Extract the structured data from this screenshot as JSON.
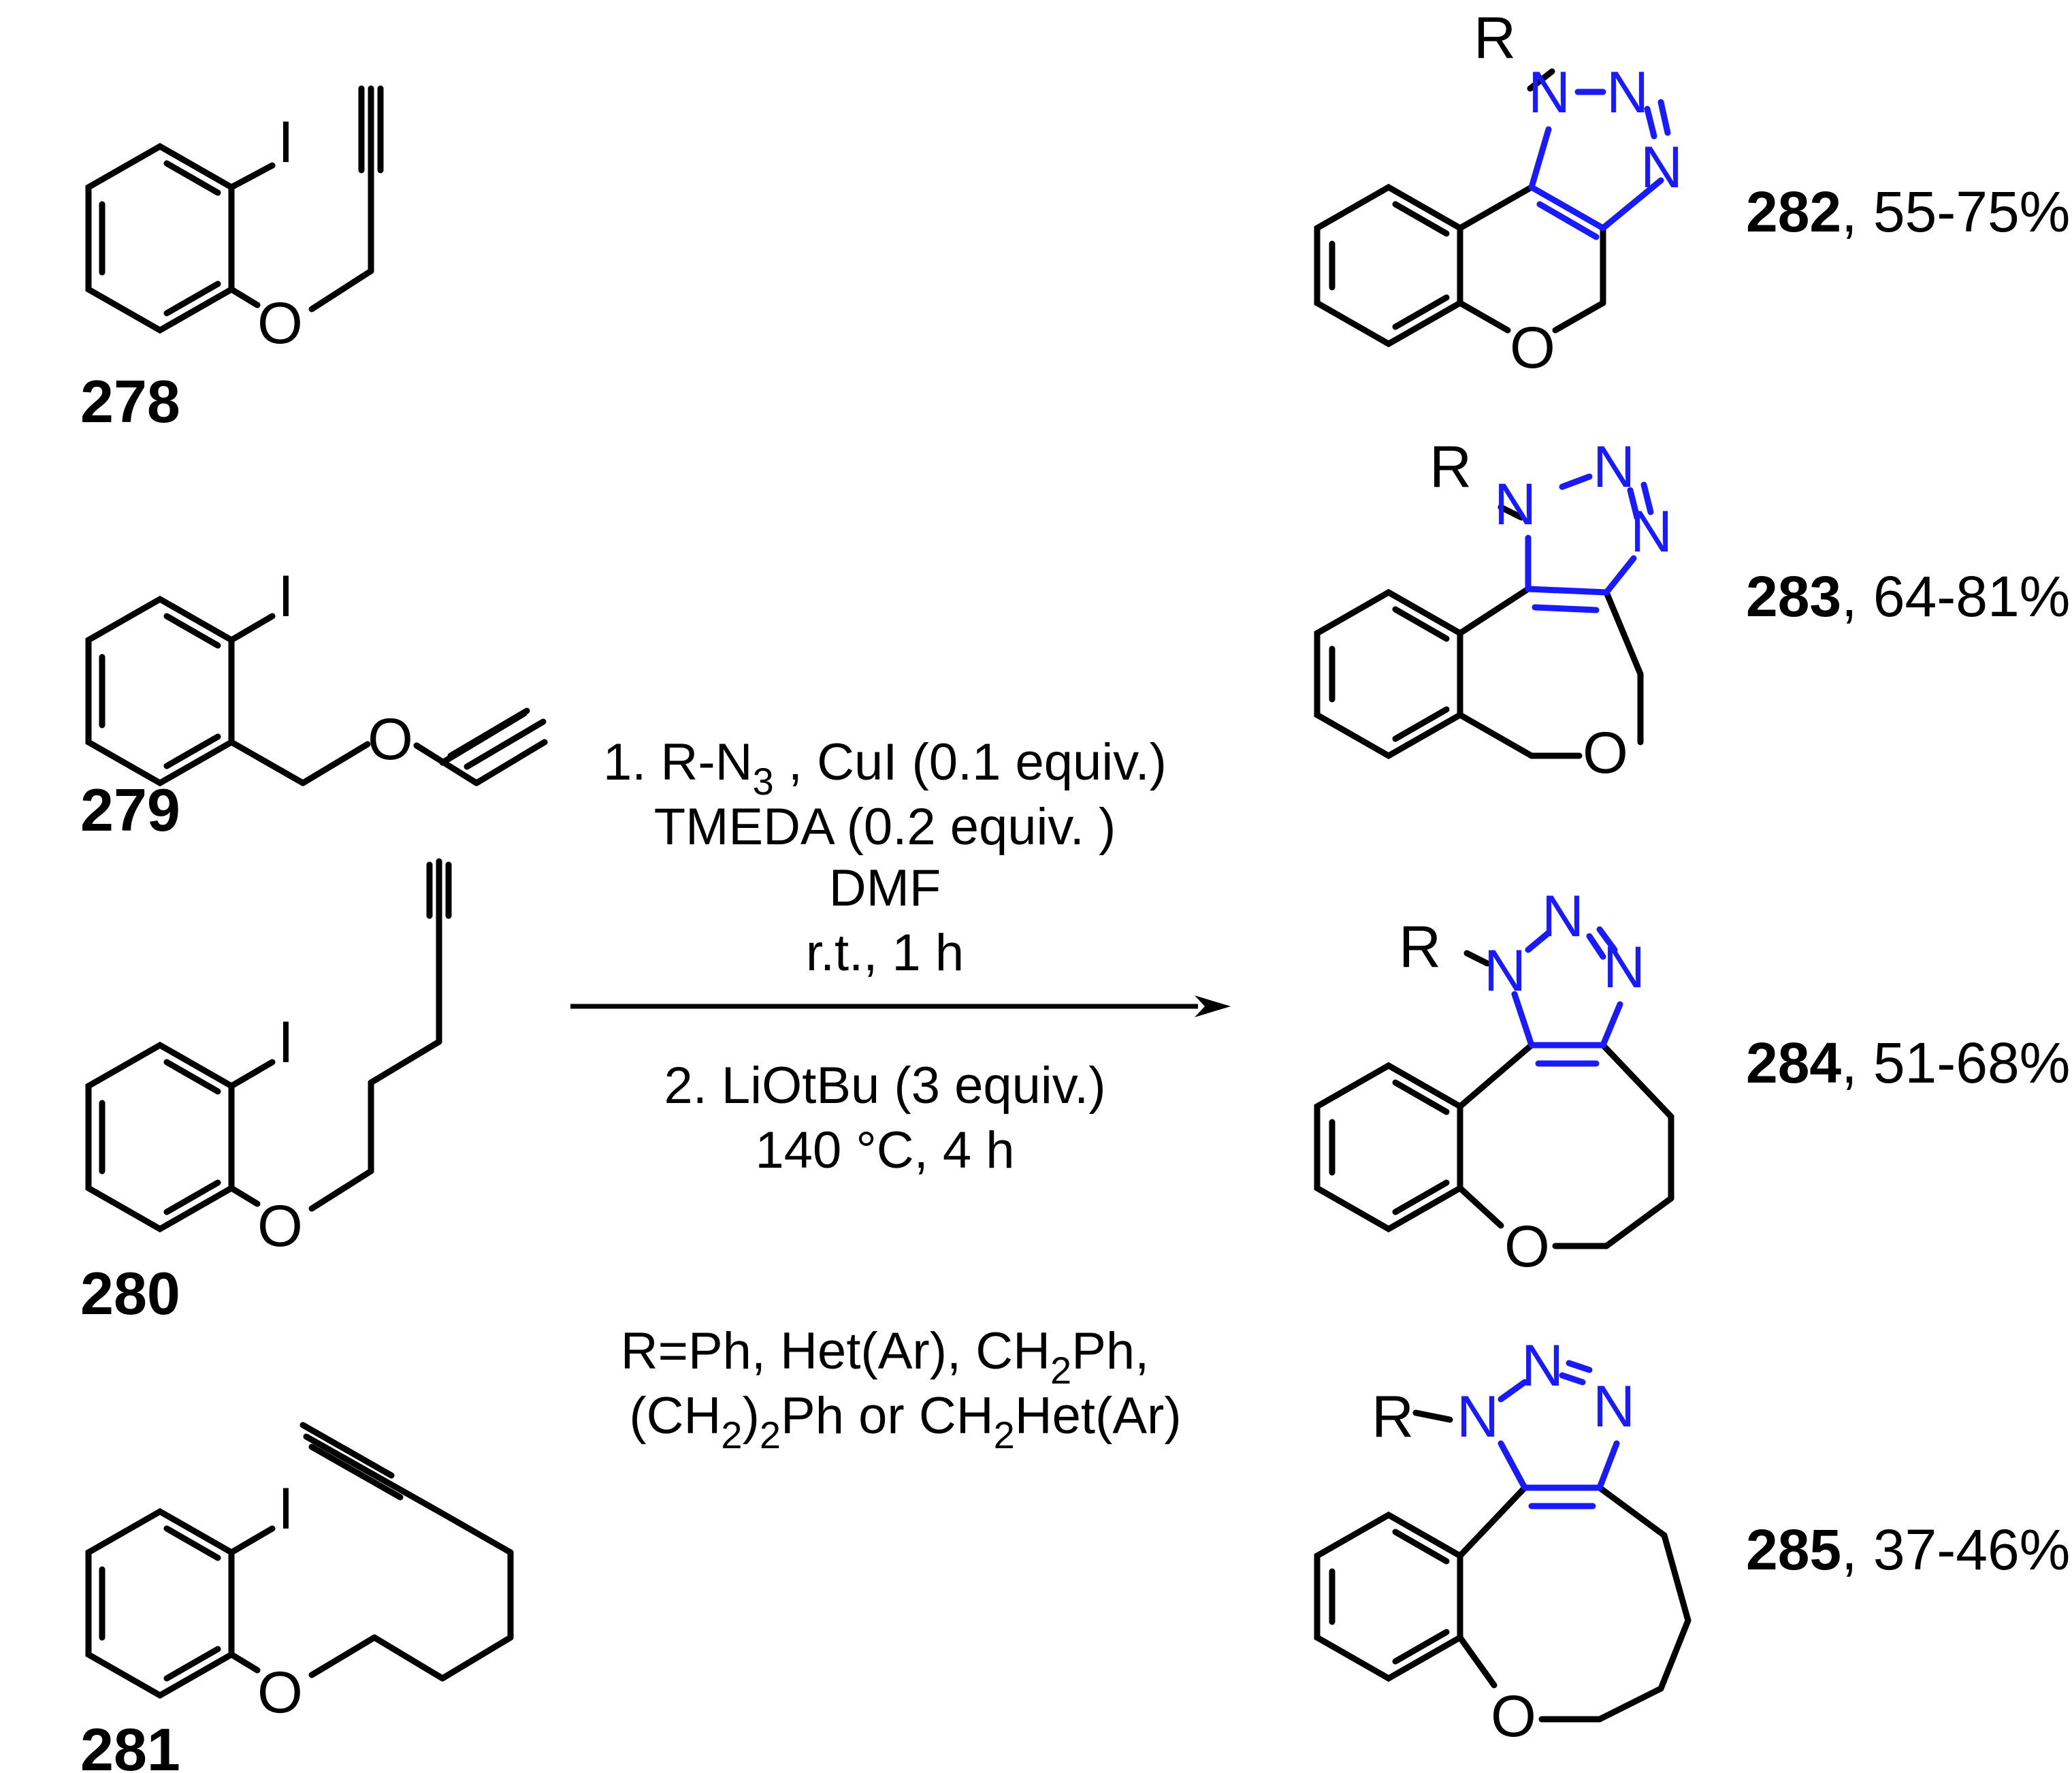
{
  "colors": {
    "bond": "#000000",
    "triazole": "#1a1aff"
  },
  "atoms": {
    "iodine": "I",
    "oxygen": "O",
    "nitrogen": "N",
    "substituent": "R"
  },
  "starting_materials": [
    {
      "id": "278"
    },
    {
      "id": "279"
    },
    {
      "id": "280"
    },
    {
      "id": "281"
    }
  ],
  "products": [
    {
      "id": "282",
      "yield": ", 55-75%"
    },
    {
      "id": "283",
      "yield": ", 64-81%"
    },
    {
      "id": "284",
      "yield": ", 51-68%"
    },
    {
      "id": "285",
      "yield": ", 37-46%"
    }
  ],
  "conditions": {
    "step1_line1_a": "1. R-N",
    "step1_line1_sub": "3",
    "step1_line1_b": " , CuI (0.1 equiv.)",
    "step1_line2": "TMEDA (0.2 equiv. )",
    "step1_line3": "DMF",
    "step1_line4": "r.t., 1 h",
    "step2_line1": "2. LiOtBu (3 equiv.)",
    "step2_line2": "140 °C, 4 h"
  },
  "r_group": {
    "line1_a": "R=Ph, Het(Ar), CH",
    "line1_sub": "2",
    "line1_b": "Ph,",
    "line2_a": "(CH",
    "line2_sub": "2",
    "line2_b": ")",
    "line2_sub2": "2",
    "line2_c": "Ph or CH",
    "line2_sub3": "2",
    "line2_d": "Het(Ar)"
  }
}
